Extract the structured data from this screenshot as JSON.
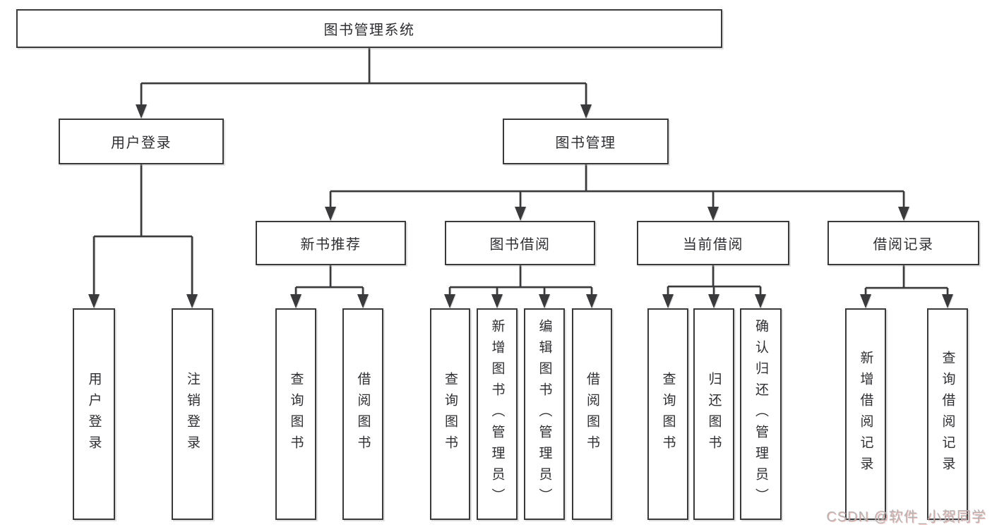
{
  "diagram": {
    "root": {
      "label": "图书管理系统"
    },
    "level2": [
      {
        "label": "用户登录"
      },
      {
        "label": "图书管理"
      }
    ],
    "level3": [
      {
        "label": "新书推荐"
      },
      {
        "label": "图书借阅"
      },
      {
        "label": "当前借阅"
      },
      {
        "label": "借阅记录"
      }
    ],
    "leaves": [
      {
        "label": "用户登录"
      },
      {
        "label": "注销登录"
      },
      {
        "label": "查询图书"
      },
      {
        "label": "借阅图书"
      },
      {
        "label": "查询图书"
      },
      {
        "label": "新增图书（管理员）"
      },
      {
        "label": "编辑图书（管理员）"
      },
      {
        "label": "借阅图书"
      },
      {
        "label": "查询图书"
      },
      {
        "label": "归还图书"
      },
      {
        "label": "确认归还（管理员）"
      },
      {
        "label": "新增借阅记录"
      },
      {
        "label": "查询借阅记录"
      }
    ]
  },
  "watermark": {
    "text": "CSDN @软件_小贺同学"
  },
  "colors": {
    "line": "#3a3a3c",
    "box_border": "#3a3a3c",
    "box_fill": "#ffffff",
    "text": "#2f2f33",
    "background": "#ffffff",
    "watermark_gray": "#b4b4b4",
    "watermark_red_fringe": "#eb786e"
  }
}
